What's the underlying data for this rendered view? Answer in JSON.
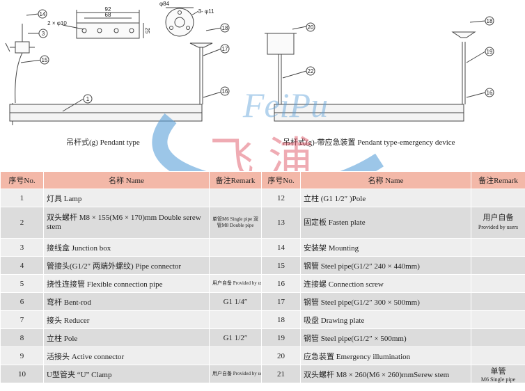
{
  "dimensions": {
    "hole_spacing": "92",
    "hole_pitch": "68",
    "holes": "2 × φ10",
    "plate_height": "25",
    "flange_dia": "φ84",
    "flange_holes": "3- φ11"
  },
  "callouts": {
    "c14": "14",
    "c3": "3",
    "c15": "15",
    "c1": "1",
    "c18": "18",
    "c17": "17",
    "c16": "16",
    "c20": "20",
    "c22": "22",
    "c18b": "18",
    "c19": "19",
    "c16b": "16"
  },
  "captions": {
    "left": "吊杆式(g) Pendant type",
    "right": "吊杆式(g)-带应急装置 Pendant type-emergency device"
  },
  "watermark": {
    "latin": "FeiPu",
    "chinese": "飞 浦"
  },
  "table": {
    "headers": [
      "序号No.",
      "名称 Name",
      "备注Remark",
      "序号No.",
      "名称 Name",
      "备注Remark"
    ],
    "rows": [
      {
        "no1": "1",
        "name1": "灯具 Lamp",
        "rem1": "",
        "no2": "12",
        "name2": "立柱 (G1 1/2″ )Pole",
        "rem2": ""
      },
      {
        "no1": "2",
        "name1": "双头螺杆 M8 × 155(M6 × 170)mm Double serew stem",
        "rem1": "单管M6 Single pipe 双管M8 Double pipe",
        "no2": "13",
        "name2": "固定板 Fasten plate",
        "rem2": "用户自备",
        "rem2b": "Provided by users"
      },
      {
        "no1": "3",
        "name1": "接线盒 Junction box",
        "rem1": "",
        "no2": "14",
        "name2": "安装架 Mounting",
        "rem2": ""
      },
      {
        "no1": "4",
        "name1": "管接头(G1/2″ 两端外螺纹) Pipe connector",
        "rem1": "",
        "no2": "15",
        "name2": "钢管 Steel pipe(G1/2″ 240 × 440mm)",
        "rem2": ""
      },
      {
        "no1": "5",
        "name1": "挠性连接管 Flexible connection pipe",
        "rem1": "用户自备 Provided by users",
        "no2": "16",
        "name2": "连接螺 Connection screw",
        "rem2": ""
      },
      {
        "no1": "6",
        "name1": "弯杆 Bent-rod",
        "rem1": "G1 1/4″",
        "no2": "17",
        "name2": "钢管 Steel pipe(G1/2″ 300 × 500mm)",
        "rem2": ""
      },
      {
        "no1": "7",
        "name1": "接头 Reducer",
        "rem1": "",
        "no2": "18",
        "name2": "吸盘 Drawing plate",
        "rem2": ""
      },
      {
        "no1": "8",
        "name1": "立柱 Pole",
        "rem1": "G1 1/2″",
        "no2": "19",
        "name2": "钢管 Steel pipe(G1/2″ × 500mm)",
        "rem2": ""
      },
      {
        "no1": "9",
        "name1": "活接头 Active connector",
        "rem1": "",
        "no2": "20",
        "name2": "应急装置 Emergency illumination",
        "rem2": ""
      },
      {
        "no1": "10",
        "name1": "U型管夹 “U” Clamp",
        "rem1": "用户自备 Provided by users",
        "no2": "21",
        "name2": "双头螺杆 M8 × 260(M6 × 260)mmSerew stem",
        "rem2": "单管",
        "rem2b": "M6 Single pipe"
      }
    ]
  }
}
